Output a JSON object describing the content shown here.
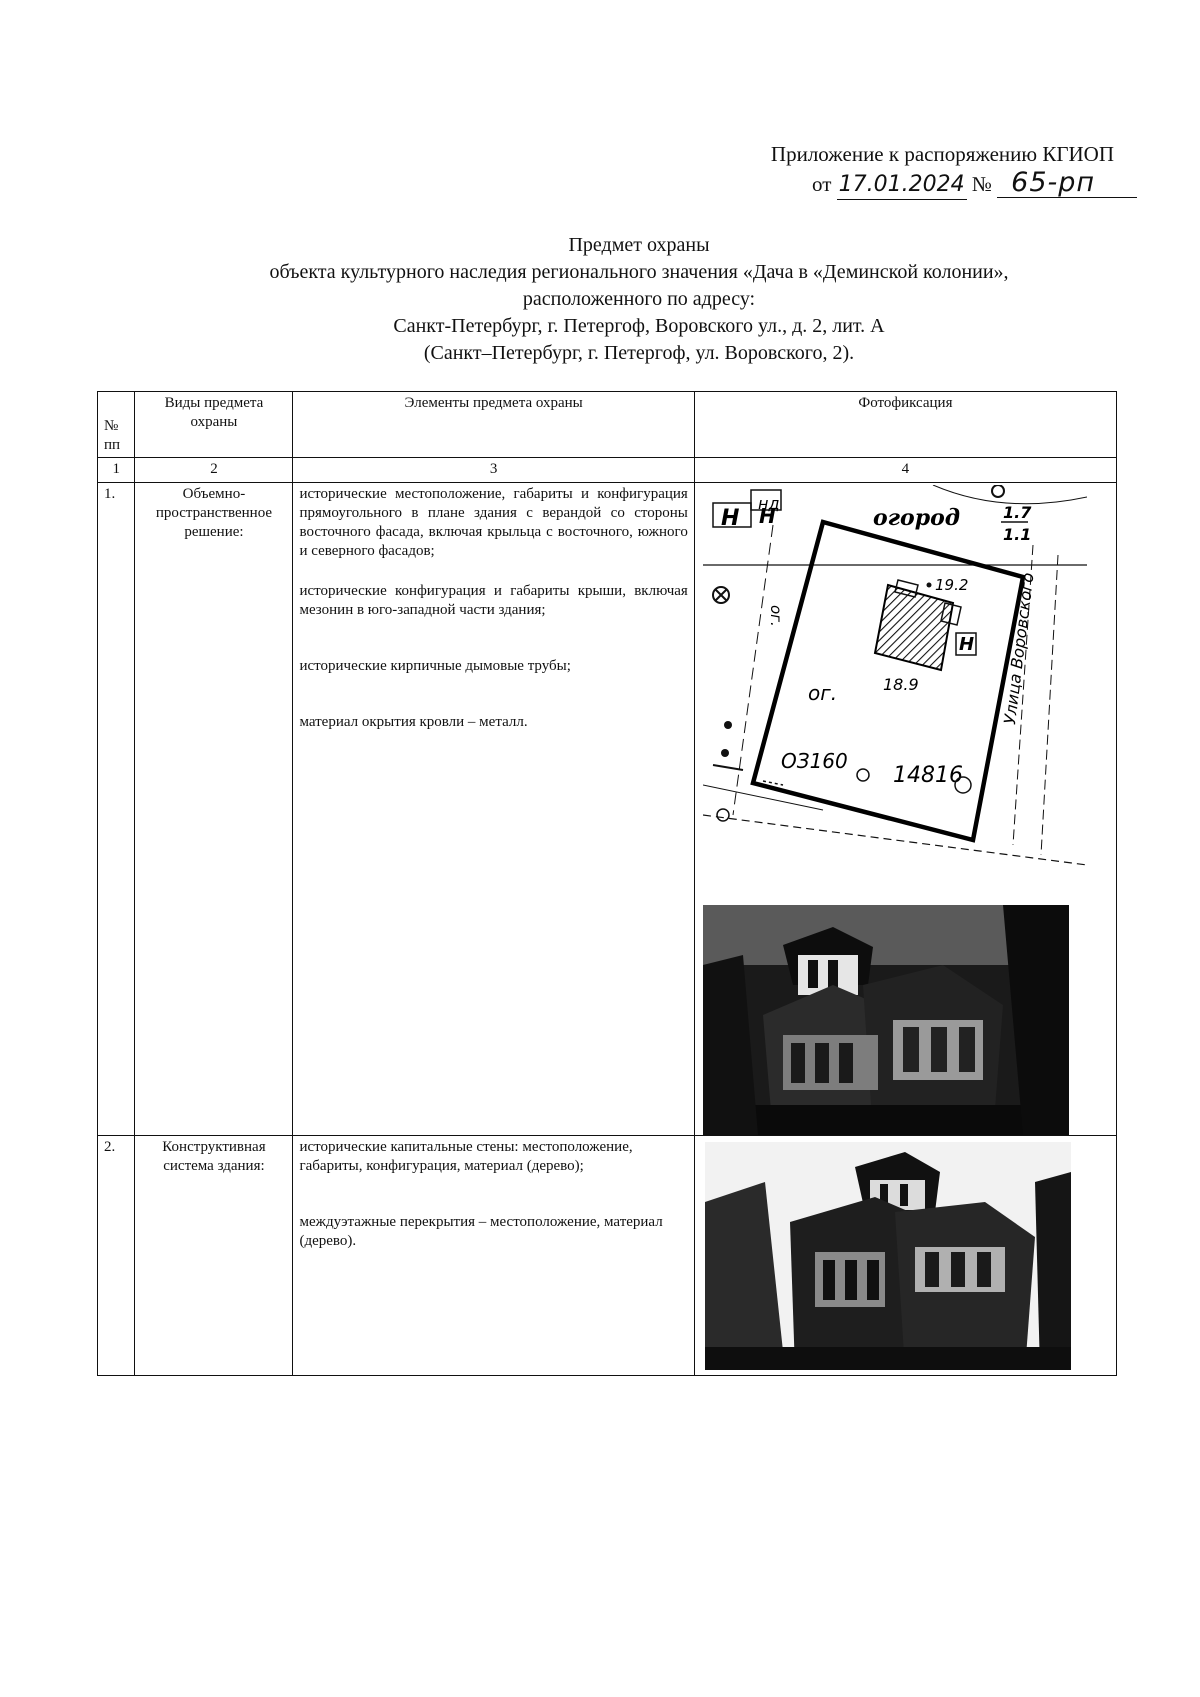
{
  "annex": {
    "line1": "Приложение к распоряжению КГИОП",
    "from": "от",
    "date": "17.01.2024",
    "no_sign": "№",
    "number": "65-рп"
  },
  "title": {
    "line1": "Предмет охраны",
    "line2": "объекта культурного наследия регионального значения «Дача в «Деминской колонии»,",
    "line3": "расположенного по адресу:",
    "line4": "Санкт-Петербург, г. Петергоф, Воровского ул., д. 2, лит. А",
    "line5": "(Санкт–Петербург, г. Петергоф, ул. Воровского, 2)."
  },
  "table": {
    "headers": {
      "no": "№ пп",
      "kind": "Виды предмета охраны",
      "elements": "Элементы предмета охраны",
      "photo": "Фотофиксация"
    },
    "col_numbers": [
      "1",
      "2",
      "3",
      "4"
    ],
    "rows": [
      {
        "no": "1.",
        "kind": "Объемно-пространственное решение:",
        "elements": [
          "исторические местоположение, габариты и конфигурация прямоугольного в плане здания с верандой со стороны восточного фасада, включая крыльца с восточного, южного и северного фасадов;",
          "исторические конфигурация и габариты крыши, включая мезонин в юго-западной части здания;",
          "исторические кирпичные дымовые трубы;",
          "материал окрытия кровли – металл."
        ],
        "map_labels": {
          "garden": "огород",
          "frac_top": "1.7",
          "frac_bottom": "1.1",
          "og": "ог.",
          "num_a": "18.9",
          "num_b": "14816",
          "num_c": "ОЗ160",
          "elev": "19.2",
          "street": "Улица Воровского",
          "h1": "Н",
          "h2": "Н",
          "h3": "Н",
          "nd": "нд",
          "og2": "ог."
        }
      },
      {
        "no": "2.",
        "kind": "Конструктивная система здания:",
        "elements": [
          "исторические капитальные стены: местоположение, габариты, конфигурация, материал (дерево);",
          "междуэтажные перекрытия – местоположение, материал (дерево)."
        ]
      }
    ]
  }
}
